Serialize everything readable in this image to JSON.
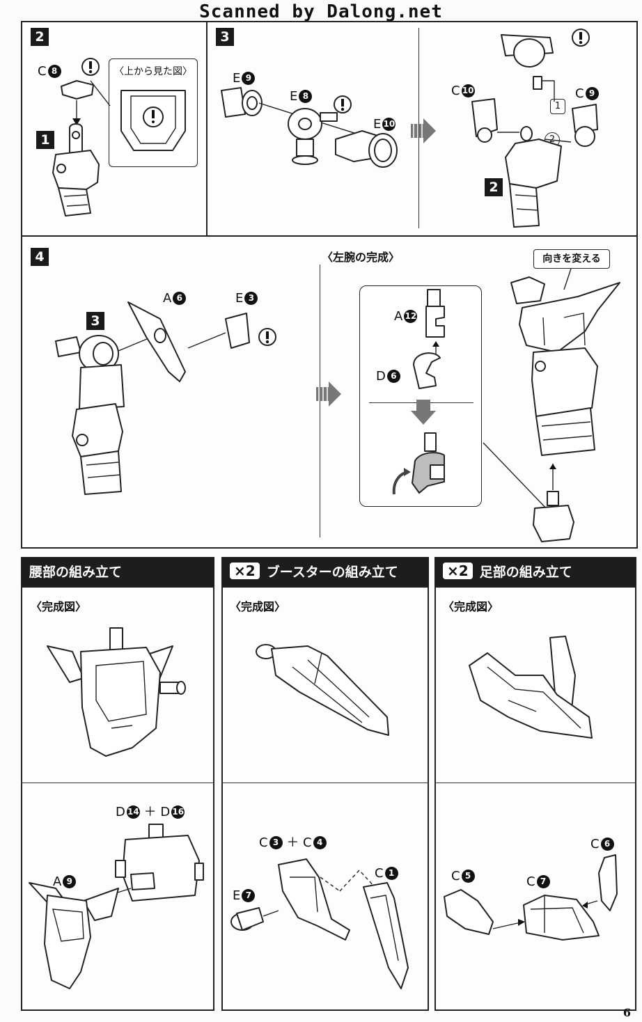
{
  "header": {
    "watermark": "Scanned by Dalong.net"
  },
  "page_number": "6",
  "step2": {
    "step": "2",
    "part_top": {
      "letter": "C",
      "num": "8"
    },
    "sub_step": "1",
    "note_label": "〈上から見た図〉"
  },
  "step3": {
    "step": "3",
    "part_a": {
      "letter": "E",
      "num": "9"
    },
    "part_b": {
      "letter": "E",
      "num": "8"
    },
    "part_c": {
      "letter": "E",
      "num": "10"
    },
    "right_part_a": {
      "letter": "C",
      "num": "10"
    },
    "right_part_b": {
      "letter": "C",
      "num": "9"
    },
    "order_1": "1",
    "order_2": "2",
    "sub_step": "2"
  },
  "step4": {
    "step": "4",
    "sub_step": "3",
    "part_a": {
      "letter": "A",
      "num": "6"
    },
    "part_b": {
      "letter": "E",
      "num": "3"
    },
    "caption": "〈左腕の完成〉",
    "inset_part_a": {
      "letter": "A",
      "num": "12"
    },
    "inset_part_b": {
      "letter": "D",
      "num": "6"
    },
    "callout": "向きを変える"
  },
  "sections": [
    {
      "title": "腰部の組み立て",
      "badge": "",
      "caption": "〈完成図〉",
      "part_a": {
        "letter": "D",
        "num": "14"
      },
      "part_b": {
        "letter": "D",
        "num": "16"
      },
      "part_c": {
        "letter": "A",
        "num": "9"
      }
    },
    {
      "title": "ブースターの組み立て",
      "badge": "×2",
      "caption": "〈完成図〉",
      "part_a": {
        "letter": "C",
        "num": "3"
      },
      "part_b": {
        "letter": "C",
        "num": "4"
      },
      "part_c": {
        "letter": "C",
        "num": "1"
      },
      "part_d": {
        "letter": "E",
        "num": "7"
      }
    },
    {
      "title": "足部の組み立て",
      "badge": "×2",
      "caption": "〈完成図〉",
      "part_a": {
        "letter": "C",
        "num": "6"
      },
      "part_b": {
        "letter": "C",
        "num": "5"
      },
      "part_c": {
        "letter": "C",
        "num": "7"
      }
    }
  ],
  "icons": {
    "caution": "exclamation-caution-icon",
    "step_arrow": "striped-arrow-icon"
  },
  "colors": {
    "ink": "#111111",
    "paper": "#fbfbfb",
    "highlight": "#bdbdbd"
  }
}
